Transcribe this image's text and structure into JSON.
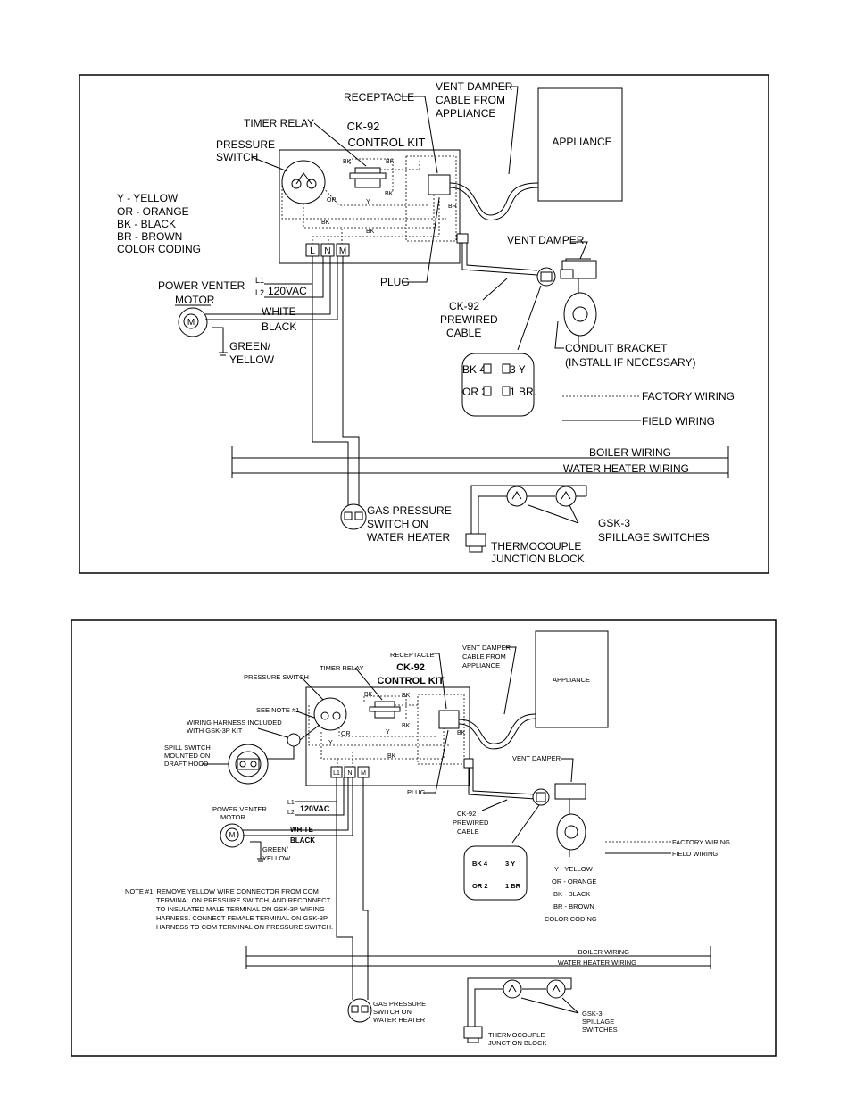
{
  "diagram1": {
    "kit_title": "CK-92",
    "kit_subtitle": "CONTROL KIT",
    "receptacle": "RECEPTACLE",
    "vent_cable_1": "VENT DAMPER",
    "vent_cable_2": "CABLE FROM",
    "vent_cable_3": "APPLIANCE",
    "timer_relay": "TIMER RELAY",
    "pressure_switch_1": "PRESSURE",
    "pressure_switch_2": "SWITCH",
    "appliance": "APPLIANCE",
    "legend": [
      "Y - YELLOW",
      "OR - ORANGE",
      "BK - BLACK",
      "BR - BROWN",
      "COLOR CODING"
    ],
    "wire_bk": "BK",
    "wire_or": "OR",
    "wire_y": "Y",
    "wire_br": "BR",
    "term_l": "L",
    "term_n": "N",
    "term_m": "M",
    "vent_damper": "VENT DAMPER",
    "motor_1": "POWER VENTER",
    "motor_2": "MOTOR",
    "motor_symbol": "M",
    "l1": "L1",
    "l2": "L2",
    "volts": "120VAC",
    "white": "WHITE",
    "black": "BLACK",
    "plug": "PLUG",
    "ck92_1": "CK-92",
    "ck92_2": "PREWIRED",
    "ck92_3": "CABLE",
    "conduit_1": "CONDUIT BRACKET",
    "conduit_2": "(INSTALL IF NECESSARY)",
    "green_1": "GREEN/",
    "green_2": "YELLOW",
    "pin_bk4": "BK 4",
    "pin_3y": "3 Y",
    "pin_or2": "OR 2",
    "pin_1br": "1 BR.",
    "factory_wiring": "FACTORY WIRING",
    "field_wiring": "FIELD WIRING",
    "boiler_wiring": "BOILER WIRING",
    "water_heater_wiring": "WATER HEATER WIRING",
    "gas_1": "GAS PRESSURE",
    "gas_2": "SWITCH ON",
    "gas_3": "WATER HEATER",
    "gsk_1": "GSK-3",
    "gsk_2": "SPILLAGE SWITCHES",
    "thermo_1": "THERMOCOUPLE",
    "thermo_2": "JUNCTION BLOCK"
  },
  "diagram2": {
    "receptacle": "RECEPTACLE",
    "vent_cable_1": "VENT DAMPER",
    "vent_cable_2": "CABLE FROM",
    "vent_cable_3": "APPLIANCE",
    "appliance": "APPLIANCE",
    "pressure_switch": "PRESSURE SWITCH",
    "timer_relay": "TIMER RELAY",
    "kit_title": "CK-92",
    "kit_subtitle": "CONTROL KIT",
    "see_note": "SEE NOTE #1",
    "harness_1": "WIRING HARNESS INCLUDED",
    "harness_2": "WITH GSK-3P KIT",
    "spill_1": "SPILL SWITCH",
    "spill_2": "MOUNTED ON",
    "spill_3": "DRAFT HOOD",
    "wire_bk": "BK",
    "wire_or": "OR",
    "wire_y": "Y",
    "term_l1": "L1",
    "term_n": "N",
    "term_m": "M",
    "vent_damper": "VENT DAMPER",
    "plug": "PLUG",
    "motor_1": "POWER VENTER",
    "motor_2": "MOTOR",
    "motor_symbol": "M",
    "l1": "L1",
    "l2": "L2",
    "volts": "120VAC",
    "white": "WHITE",
    "black": "BLACK",
    "ck92_1": "CK-92",
    "ck92_2": "PREWIRED",
    "ck92_3": "CABLE",
    "green_1": "GREEN/",
    "green_2": "YELLOW",
    "factory_wiring": "FACTORY WIRING",
    "field_wiring": "FIELD WIRING",
    "pin_bk4": "BK 4",
    "pin_3y": "3 Y",
    "pin_or2": "OR 2",
    "pin_1br": "1 BR",
    "legend": [
      "Y - YELLOW",
      "OR - ORANGE",
      "BK - BLACK",
      "BR - BROWN",
      "COLOR CODING"
    ],
    "note": [
      "NOTE #1:  REMOVE YELLOW WIRE CONNECTOR FROM COM",
      "TERMINAL ON PRESSURE SWITCH, AND RECONNECT",
      "TO INSULATED MALE TERMINAL ON GSK-3P WIRING",
      "HARNESS. CONNECT FEMALE TERMINAL ON GSK-3P",
      "HARNESS TO COM TERMINAL ON PRESSURE SWITCH."
    ],
    "boiler_wiring": "BOILER WIRING",
    "water_heater_wiring": "WATER HEATER WIRING",
    "gas_1": "GAS PRESSURE",
    "gas_2": "SWITCH ON",
    "gas_3": "WATER HEATER",
    "gsk_1": "GSK-3",
    "gsk_2": "SPILLAGE",
    "gsk_3": "SWITCHES",
    "thermo_1": "THERMOCOUPLE",
    "thermo_2": "JUNCTION BLOCK"
  }
}
